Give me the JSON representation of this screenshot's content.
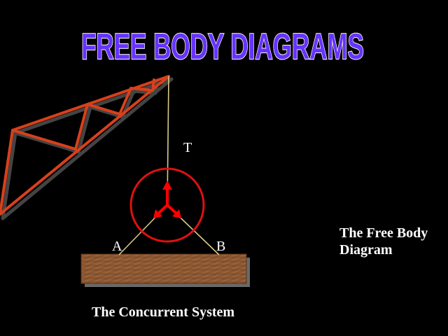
{
  "title": "FREE BODY DIAGRAMS",
  "labels": {
    "tension": "T",
    "left_support": "A",
    "right_support": "B"
  },
  "captions": {
    "left": "The Concurrent System",
    "right_line1": "The Free Body",
    "right_line2": "Diagram"
  },
  "colors": {
    "background": "#000000",
    "title_fill": "#6633ff",
    "title_outline": "#ffffff",
    "truss": "#d9401a",
    "circle": "#e01010",
    "arrows": "#ff0000",
    "cables": "#d8c98a",
    "beam": "#8a5530"
  }
}
